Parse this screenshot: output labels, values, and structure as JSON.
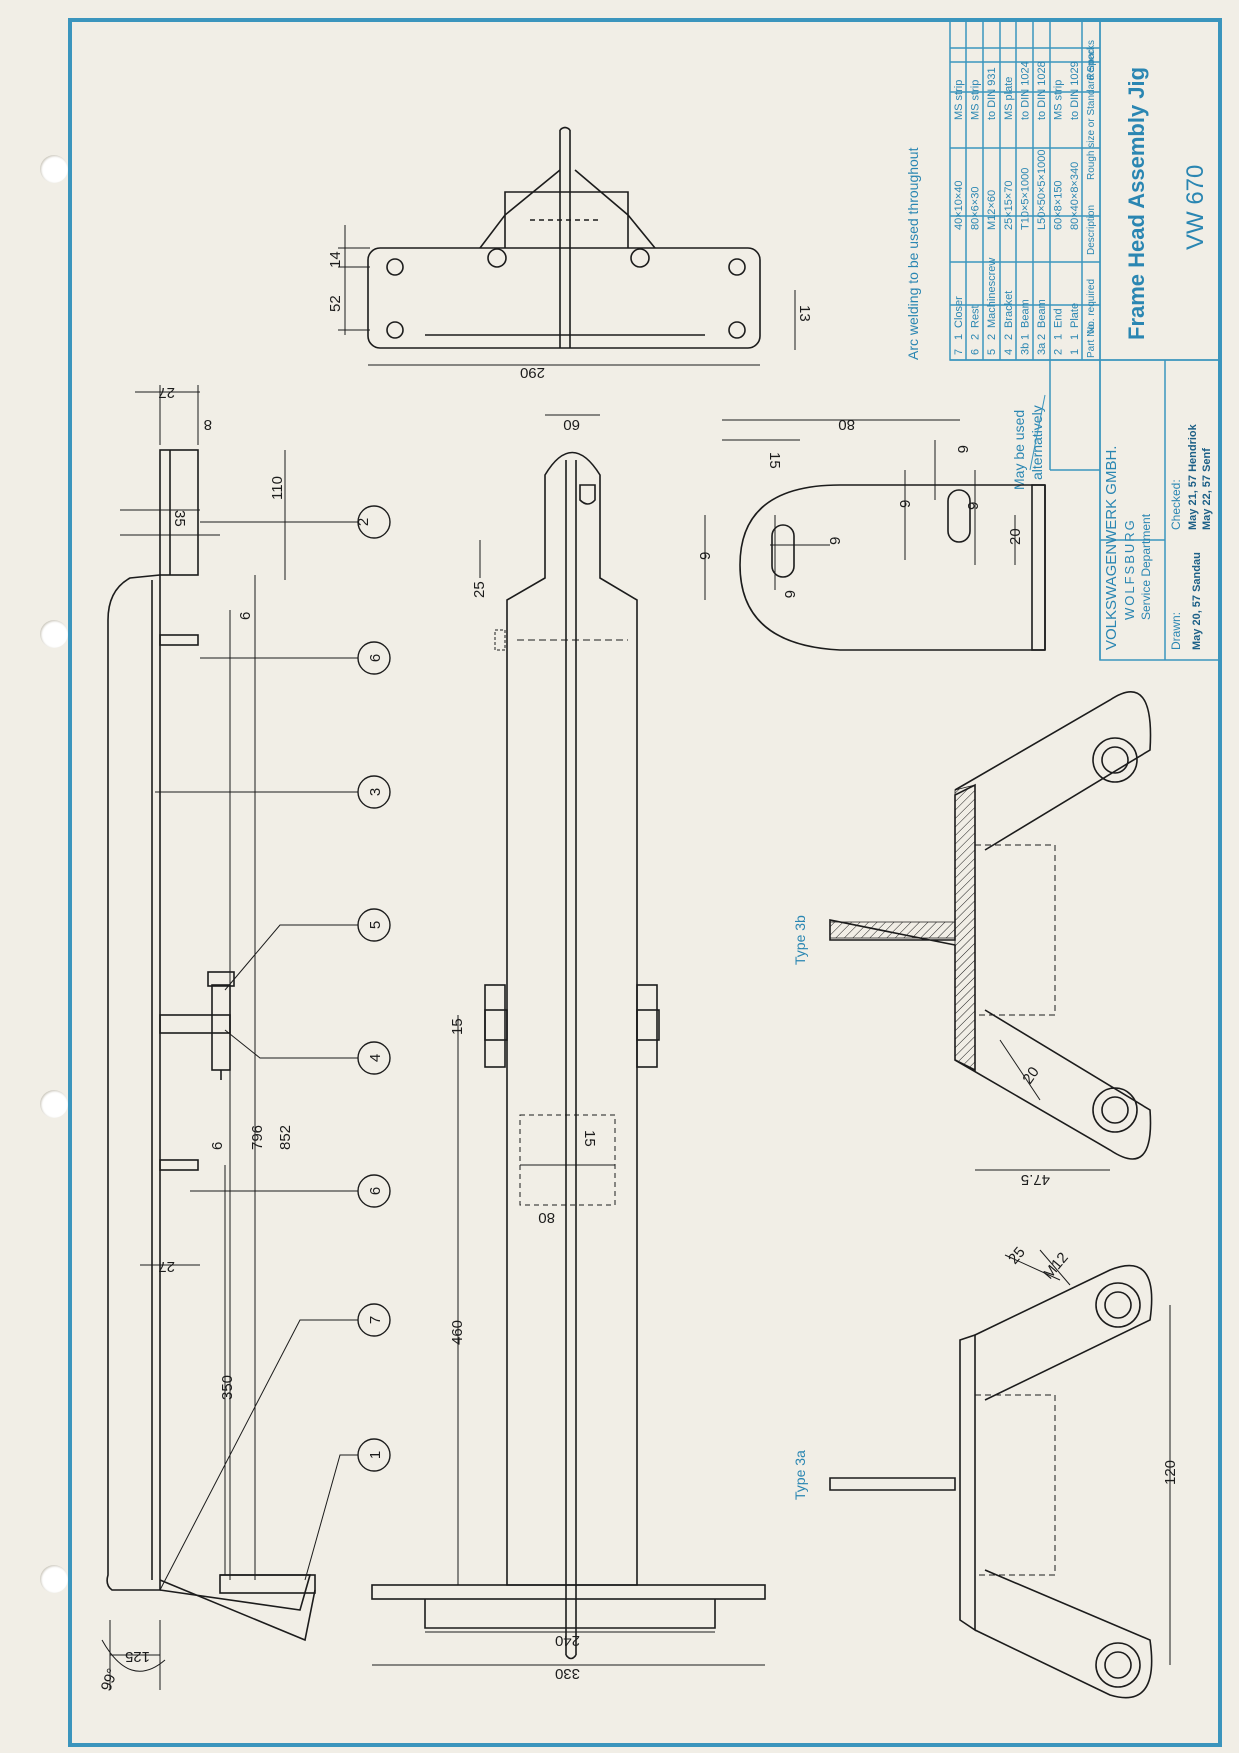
{
  "title_block": {
    "company": "VOLKSWAGENWERK GMBH.",
    "city": "WOLFSBURG",
    "department": "Service Department",
    "drawn_label": "Drawn:",
    "drawn_value": "May 20, 57 Sandau",
    "checked_label": "Checked:",
    "checked_value_1": "May 21, 57 Hendriok",
    "checked_value_2": "May 22, 57 Senf",
    "title": "Frame Head Assembly Jig",
    "number": "VW 670"
  },
  "parts_list": {
    "headers": {
      "part_no": "Part No.",
      "qty": "No. required",
      "description": "Description",
      "size": "Rough size or Standard Spec.",
      "remarks": "Remarks"
    },
    "rows": [
      {
        "part": "7",
        "qty": "1",
        "desc": "Closer",
        "size": "40×10×40",
        "remark": "MS strip"
      },
      {
        "part": "6",
        "qty": "2",
        "desc": "Rest",
        "size": "80×6×30",
        "remark": "MS strip"
      },
      {
        "part": "5",
        "qty": "2",
        "desc": "Machinescrew",
        "size": "M12×60",
        "remark": "to DIN 931"
      },
      {
        "part": "4",
        "qty": "2",
        "desc": "Bracket",
        "size": "25×15×70",
        "remark": "MS plate"
      },
      {
        "part": "3b",
        "qty": "1",
        "desc": "Beam",
        "size": "T10×5×1000",
        "remark": "to DIN 1024"
      },
      {
        "part": "3a",
        "qty": "2",
        "desc": "Beam",
        "size": "L50×50×5×1000",
        "remark": "to DIN 1028"
      },
      {
        "part": "2",
        "qty": "1",
        "desc": "End",
        "size": "60×8×150",
        "remark": "MS strip"
      },
      {
        "part": "1",
        "qty": "1",
        "desc": "Plate",
        "size": "80×40×8×340",
        "remark": "to DIN 1029"
      }
    ]
  },
  "notes": {
    "weld": "Arc welding to be used throughout",
    "alt_1": "May be used",
    "alt_2": "alternatively",
    "type_3a": "Type 3a",
    "type_3b": "Type 3b"
  },
  "balloons": [
    "2",
    "6",
    "3",
    "5",
    "4",
    "6",
    "7",
    "1"
  ],
  "dimensions": {
    "top_view": [
      "14",
      "52",
      "290",
      "13"
    ],
    "side_view": [
      "27",
      "8",
      "35",
      "110",
      "6",
      "6",
      "796",
      "852",
      "27",
      "350",
      "125",
      "99°"
    ],
    "plan_view": [
      "60",
      "25",
      "15",
      "460",
      "15",
      "80",
      "240",
      "330"
    ],
    "detail": [
      "80",
      "15",
      "6",
      "9",
      "9",
      "6",
      "9",
      "20",
      "9"
    ],
    "type_3b": [
      "20",
      "47.5"
    ],
    "type_3a": [
      "25",
      "M12",
      "120"
    ]
  }
}
